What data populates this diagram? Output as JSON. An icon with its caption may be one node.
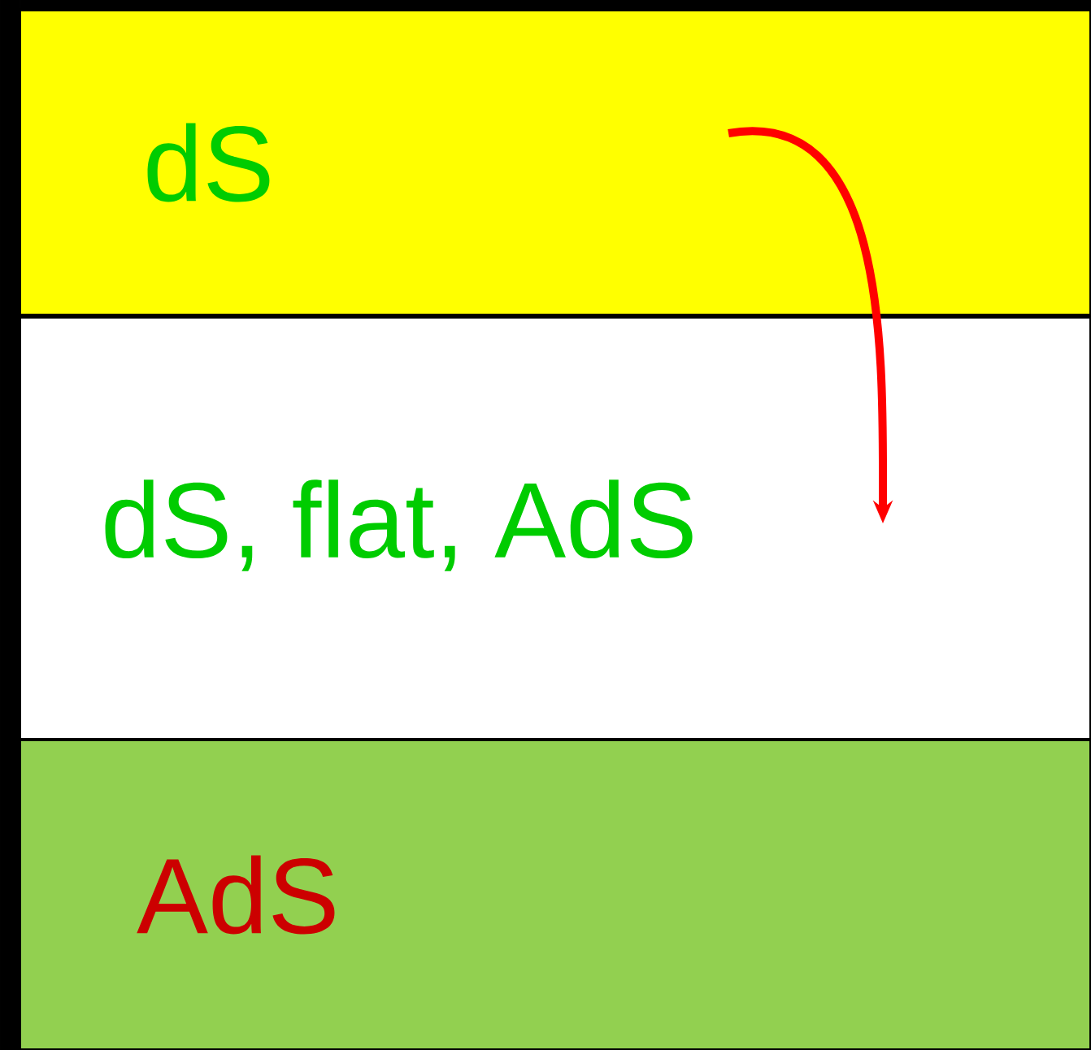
{
  "diagram": {
    "nodes": [
      {
        "text": [
          "dS"
        ]
      },
      {
        "text": [
          "dS, flat, AdS"
        ]
      },
      {
        "text": [
          "AdS"
        ]
      }
    ],
    "edges": [
      {
        "from": 0,
        "to": 1,
        "arrow": "to",
        "color": "#ff0000"
      }
    ]
  }
}
